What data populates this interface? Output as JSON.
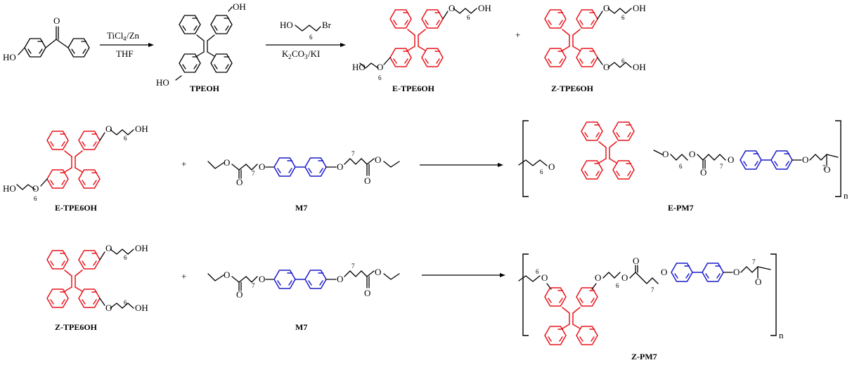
{
  "row1": {
    "reagent1_top_prefix": "TiCl",
    "reagent1_top_sub": "4",
    "reagent1_top_suffix": "/Zn",
    "reagent1_bottom": "THF",
    "reagent2_ho": "HO",
    "reagent2_sub": "6",
    "reagent2_br": "Br",
    "reagent2_bottom_a": "K",
    "reagent2_bottom_sub1": "2",
    "reagent2_bottom_b": "CO",
    "reagent2_bottom_sub2": "3",
    "reagent2_bottom_c": "/KI",
    "start_ho": "HO",
    "start_o": "O",
    "tpeoh_oh_top": "OH",
    "tpeoh_ho_bottom": "HO",
    "tpeoh_caption": "TPEOH",
    "plus": "+",
    "e_caption": "E-TPE6OH",
    "z_caption": "Z-TPE6OH",
    "o": "O",
    "oh": "OH",
    "ho": "HO",
    "six": "6"
  },
  "row2": {
    "tpe_caption": "E-TPE6OH",
    "plus": "+",
    "m7_caption": "M7",
    "product_caption": "E-PM7",
    "n": "n",
    "seven": "7",
    "six": "6",
    "o": "O",
    "oh": "OH",
    "ho": "HO"
  },
  "row3": {
    "tpe_caption": "Z-TPE6OH",
    "plus": "+",
    "m7_caption": "M7",
    "product_caption": "Z-PM7",
    "n": "n",
    "seven": "7",
    "six": "6",
    "o": "O",
    "oh": "OH"
  },
  "colors": {
    "tpe_core": "#e8141b",
    "biphenyl": "#1a1acc",
    "bonds": "#000000"
  }
}
